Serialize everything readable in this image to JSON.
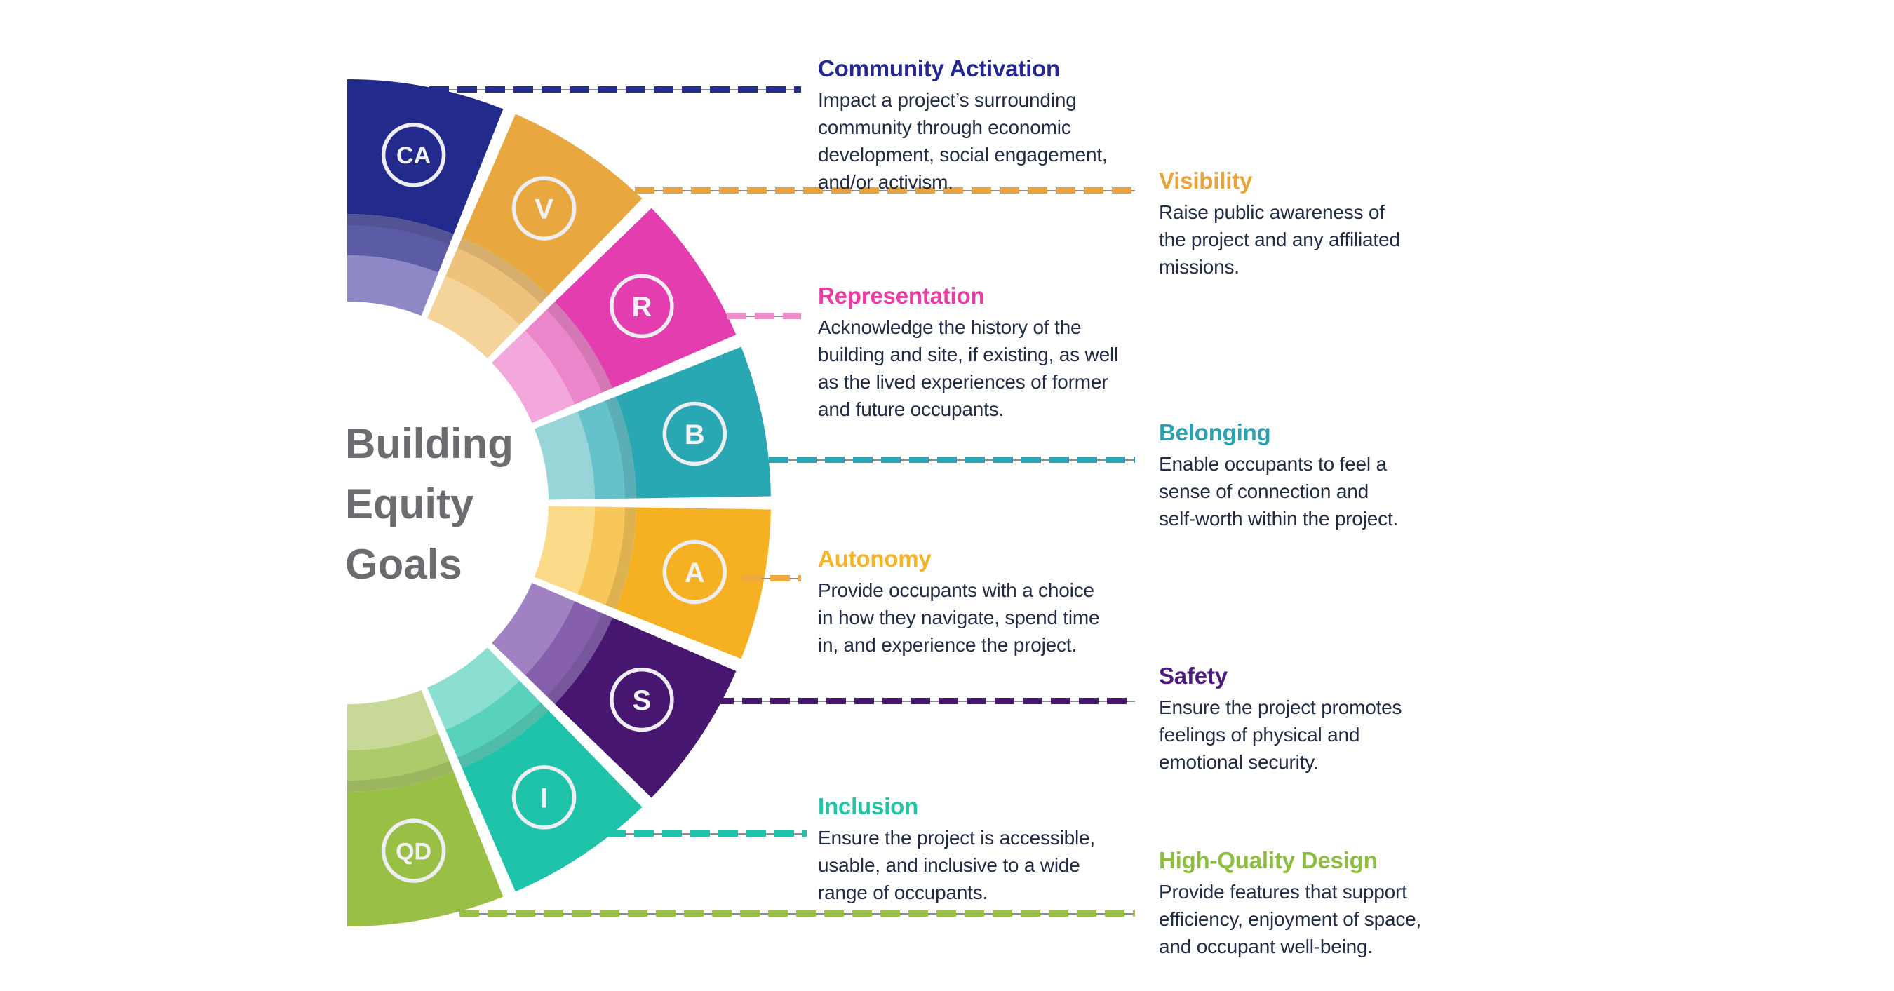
{
  "wheel": {
    "title": "Building\nEquity\nGoals",
    "segments": [
      {
        "id": "community-activation",
        "letter": "CA",
        "color": "#222A8C",
        "pastel_dark": "#5C5CA6",
        "pastel_light": "#8E89C6"
      },
      {
        "id": "visibility",
        "letter": "V",
        "color": "#E9A83F",
        "pastel_dark": "#EFC27B",
        "pastel_light": "#F4D49B"
      },
      {
        "id": "representation",
        "letter": "R",
        "color": "#E33DAF",
        "pastel_dark": "#EC86CA",
        "pastel_light": "#F2A8DA"
      },
      {
        "id": "belonging",
        "letter": "B",
        "color": "#29A7B3",
        "pastel_dark": "#66C2CA",
        "pastel_light": "#98D5D9"
      },
      {
        "id": "autonomy",
        "letter": "A",
        "color": "#F6B122",
        "pastel_dark": "#F8C75A",
        "pastel_light": "#FBDA8A"
      },
      {
        "id": "safety",
        "letter": "S",
        "color": "#471671",
        "pastel_dark": "#8660AD",
        "pastel_light": "#A081C2"
      },
      {
        "id": "inclusion",
        "letter": "I",
        "color": "#1EC3A9",
        "pastel_dark": "#59D2BD",
        "pastel_light": "#8BDFD0"
      },
      {
        "id": "high-quality-design",
        "letter": "QD",
        "color": "#99BF45",
        "pastel_dark": "#AECB6B",
        "pastel_light": "#C8D896"
      }
    ]
  },
  "goals": [
    {
      "title": "Community Activation",
      "description": "Impact a project’s surrounding\ncommunity through economic\ndevelopment, social engagement,\nand/or activism.",
      "heading_color": "#23278E",
      "dash_color": "#232B8C"
    },
    {
      "title": "Visibility",
      "description": "Raise public awareness of\nthe project and any affiliated\nmissions.",
      "heading_color": "#E8A33C",
      "dash_color": "#E8A33C"
    },
    {
      "title": "Representation",
      "description": "Acknowledge the history of the\nbuilding and site, if existing, as well\nas the lived experiences of former\nand future occupants.",
      "heading_color": "#E93DA4",
      "dash_color": "#F18CCB"
    },
    {
      "title": "Belonging",
      "description": "Enable occupants to feel a\nsense of connection and\nself-worth within the project.",
      "heading_color": "#2BA2B0",
      "dash_color": "#2AA7B4"
    },
    {
      "title": "Autonomy",
      "description": "Provide occupants with a choice\nin how they navigate, spend time\nin, and experience the project.",
      "heading_color": "#F5B424",
      "dash_color": "#F0A93C"
    },
    {
      "title": "Safety",
      "description": "Ensure the project promotes\nfeelings of physical and\nemotional security.",
      "heading_color": "#4A1A7D",
      "dash_color": "#46166F"
    },
    {
      "title": "Inclusion",
      "description": "Ensure the project is accessible,\nusable, and inclusive to a wide\nrange of occupants.",
      "heading_color": "#20C3A6",
      "dash_color": "#1EC3A9"
    },
    {
      "title": "High-Quality Design",
      "description": "Provide features that support\nefficiency, enjoyment of space,\nand occupant well-being.",
      "heading_color": "#8DBE40",
      "dash_color": "#99BF45"
    }
  ],
  "colors": {
    "body_text": "#212B43",
    "title_text": "#6A6C70",
    "leader_hairline": "#8C8C8C",
    "badge_ring": "#EDEDF2",
    "badge_letter": "#F2F2F5",
    "ring_shadow": "rgba(0,0,0,0.10)"
  }
}
